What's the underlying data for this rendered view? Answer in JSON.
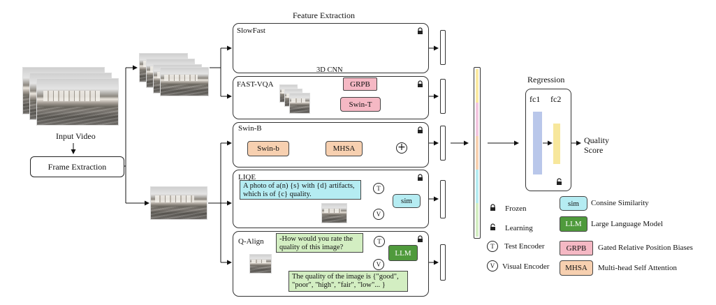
{
  "title": "Feature Extraction",
  "input_video_label": "Input Video",
  "frame_extraction_label": "Frame Extraction",
  "slowfast": {
    "name": "SlowFast",
    "cnn_label": "3D CNN"
  },
  "fastvqa": {
    "name": "FAST-VQA",
    "grpb": "GRPB",
    "swin_t": "Swin-T"
  },
  "swinb": {
    "name": "Swin-B",
    "swin_b": "Swin-b",
    "mhsa": "MHSA",
    "plus": "+"
  },
  "liqe": {
    "name": "LIQE",
    "prompt": "A photo of a(n) {s} with {d} artifacts, which is of {c} quality.",
    "sim": "sim",
    "t": "T",
    "v": "V"
  },
  "qalign": {
    "name": "Q-Align",
    "question": "-How would you rate the quality of this image?",
    "llm": "LLM",
    "answer": "The quality of the image is {\"good\", \"poor\", \"high\", \"fair\", \"low\"... }",
    "t": "T",
    "v": "V"
  },
  "regression": {
    "title": "Regression",
    "fc1": "fc1",
    "fc2": "fc2",
    "output": "Quality Score"
  },
  "legend": {
    "frozen": "Frozen",
    "learning": "Learning",
    "text_encoder_symbol": "T",
    "text_encoder": "Test Encoder",
    "visual_encoder_symbol": "V",
    "visual_encoder": "Visual Encoder",
    "sim_key": "sim",
    "sim": "Consine Similarity",
    "llm_key": "LLM",
    "llm": "Large Language Model",
    "grpb_key": "GRPB",
    "grpb": "Gated Relative Position Biases",
    "mhsa_key": "MHSA",
    "mhsa": "Multi-head Self Attention"
  },
  "colors": {
    "yellow": "#fbe9a0",
    "pink": "#f3c6df",
    "orange": "#f7d0b0",
    "cyan": "#b5ecf2",
    "green": "#d3eec2",
    "dark_green": "#4f9a3c",
    "red_pink": "#f5b8c4",
    "blue_bar": "#b9c7ea",
    "yellow_bar": "#f7e79c"
  }
}
